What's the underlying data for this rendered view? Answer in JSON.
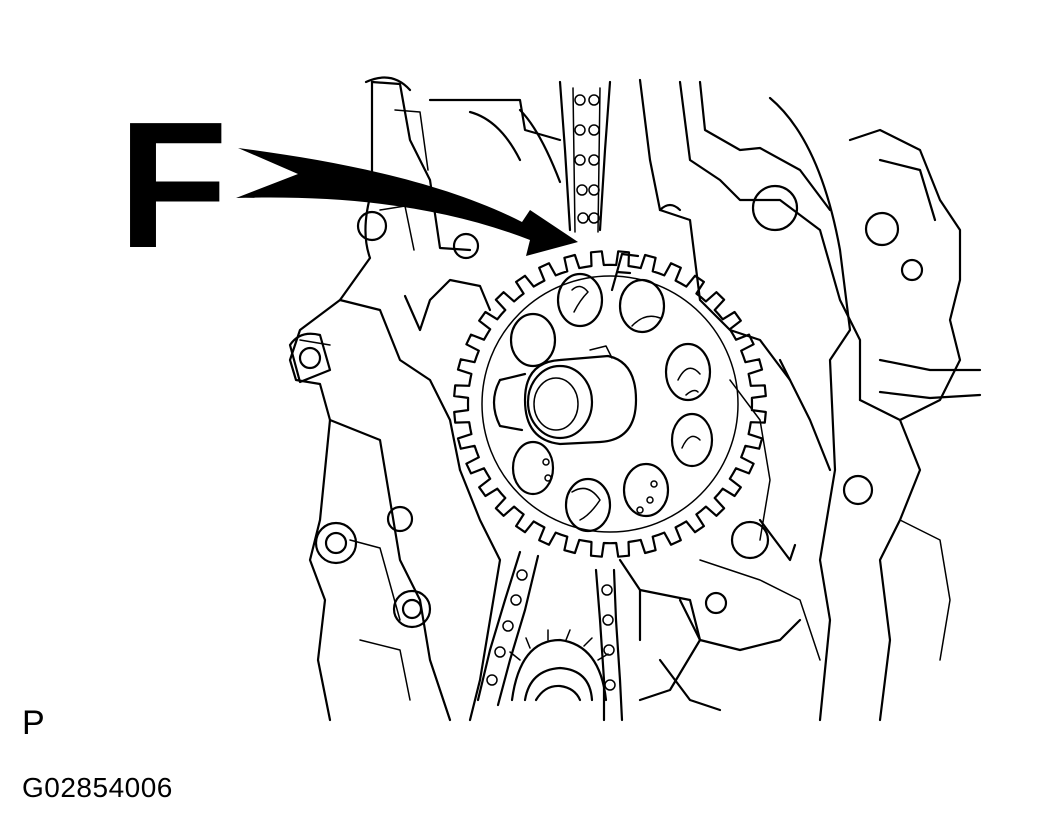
{
  "labels": {
    "callout": "F",
    "view_marker": "P",
    "figure_code": "G02854006"
  },
  "colors": {
    "ink": "#000000",
    "background": "#ffffff"
  }
}
